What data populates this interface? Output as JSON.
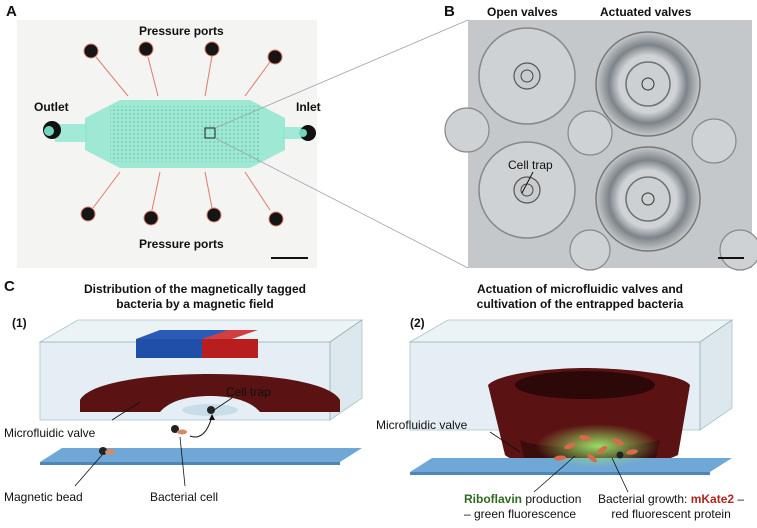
{
  "panel_a": {
    "letter": "A",
    "pressure_top": "Pressure ports",
    "pressure_bottom": "Pressure ports",
    "outlet": "Outlet",
    "inlet": "Inlet"
  },
  "panel_b": {
    "letter": "B",
    "open_valves": "Open valves",
    "actuated_valves": "Actuated valves",
    "cell_trap": "Cell trap"
  },
  "panel_c": {
    "letter": "C",
    "sub1": {
      "number": "(1)",
      "title_line1": "Distribution of the magnetically tagged",
      "title_line2": "bacteria by a magnetic field",
      "cell_trap": "Cell trap",
      "microfluidic_valve": "Microfluidic valve",
      "magnetic_bead": "Magnetic bead",
      "bacterial_cell": "Bacterial cell"
    },
    "sub2": {
      "number": "(2)",
      "title_line1": "Actuation of microfluidic valves and",
      "title_line2": "cultivation of the entrapped bacteria",
      "microfluidic_valve": "Microfluidic valve",
      "riboflavin": "Riboflavin",
      "production": " production",
      "green_fluorescence": "– green fluorescence",
      "growth_prefix": "Bacterial growth: ",
      "mkate2": "mKate2",
      "growth_suffix": " –",
      "red_protein": "red fluorescent protein"
    }
  },
  "colors": {
    "chip_green": "#7fe0c4",
    "magnet_blue": "#1f4fa8",
    "magnet_red": "#b81e1e",
    "valve_dark": "#5a1212",
    "substrate_blue": "#6fa7d6",
    "green_text": "#2f6b1f",
    "red_text": "#b3261e"
  }
}
